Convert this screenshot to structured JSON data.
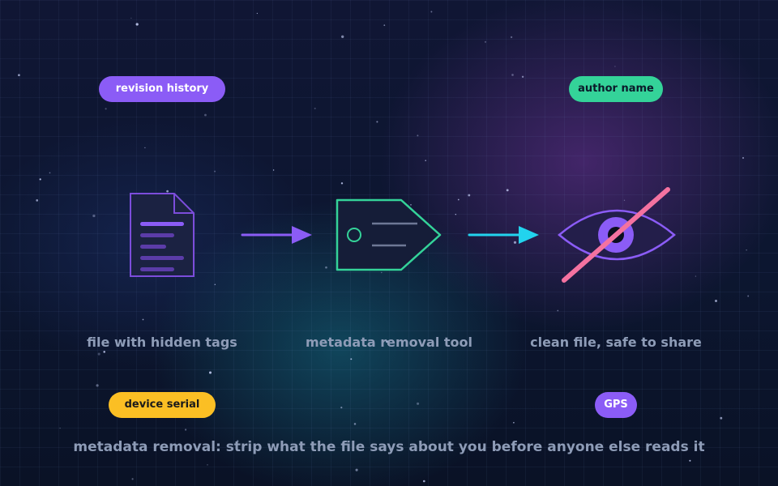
{
  "pills": {
    "revision_history": "revision history",
    "author_name": "author name",
    "device_serial": "device serial",
    "gps": "GPS"
  },
  "nodes": {
    "file": "file with hidden tags",
    "tool": "metadata removal tool",
    "clean": "clean file, safe to share"
  },
  "caption": "metadata removal: strip what the file says about you before anyone else reads it",
  "icons": {
    "file": "document-icon",
    "tool": "tag-icon",
    "clean": "eye-slash-icon",
    "arrow": "arrow-right-icon"
  },
  "colors": {
    "purple": "#8b5cf6",
    "green": "#34d399",
    "yellow": "#fbbf24",
    "cyan": "#22d3ee",
    "pink": "#f472a0",
    "label_text": "#8e9cb7"
  }
}
